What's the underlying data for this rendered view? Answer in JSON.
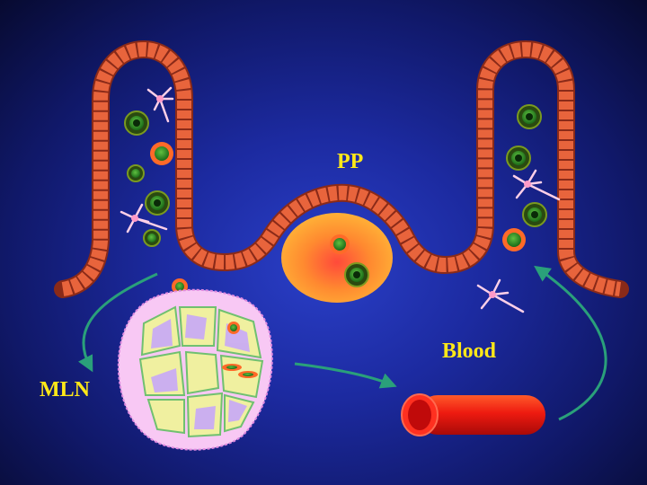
{
  "labels": {
    "pp": "PP",
    "blood": "Blood",
    "mln": "MLN"
  },
  "colors": {
    "background": "#1c2aa0",
    "epithelium": "#e8643c",
    "peyers_patch": "#ffb030",
    "lymph_node": "#f4b4f0",
    "blood_vessel": "#e01010",
    "arrow": "#2aa07a",
    "label": "#ffe818"
  },
  "icons": [
    "lymphocyte-icon",
    "infected-cell-icon",
    "dendritic-cell-icon",
    "blood-vessel-icon",
    "lymph-node-icon"
  ]
}
